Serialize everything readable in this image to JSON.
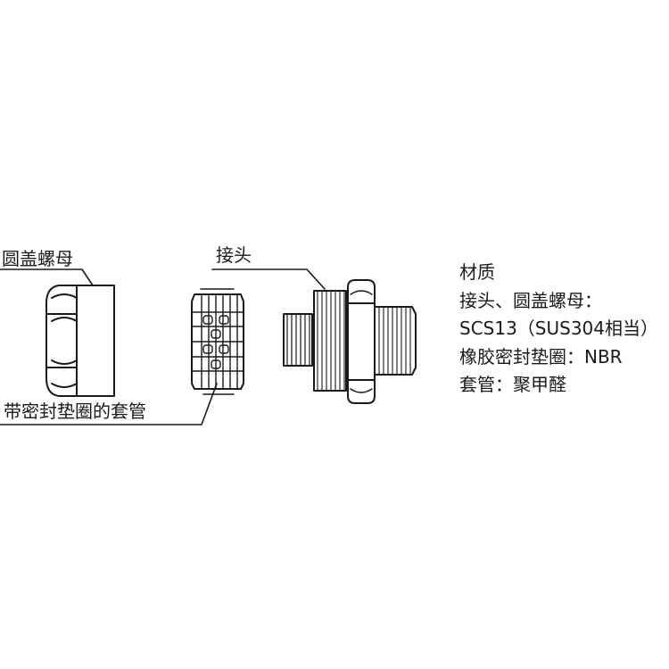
{
  "labels": {
    "cap_nut": "圆盖螺母",
    "fitting": "接头",
    "sleeve": "带密封垫圈的套管"
  },
  "spec": {
    "title": "材质",
    "lines": [
      "接头、圆盖螺母：",
      "SCS13（SUS304相当）",
      "橡胶密封垫圈：NBR",
      "套管：聚甲醛"
    ]
  }
}
